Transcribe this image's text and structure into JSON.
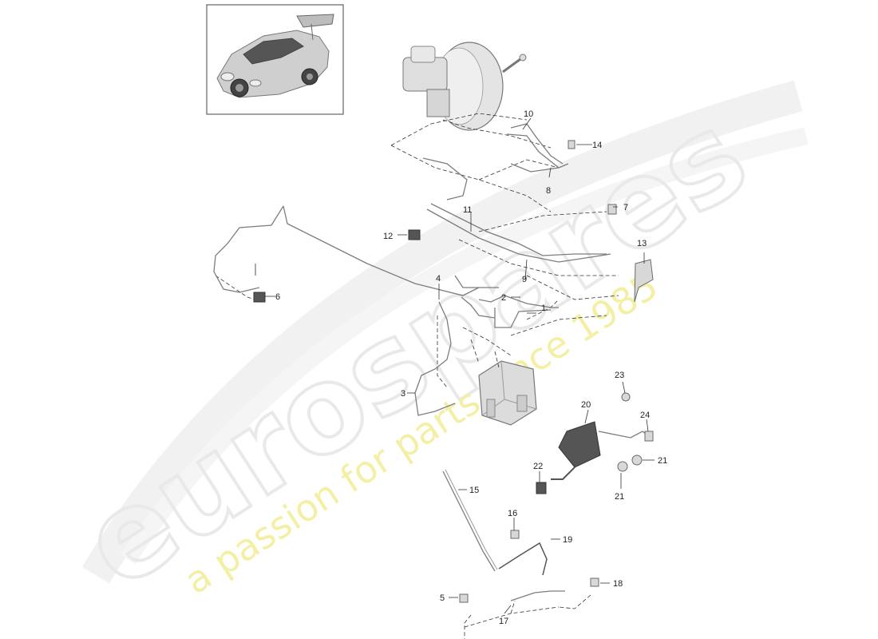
{
  "diagram": {
    "watermark": {
      "brand": "eurospares",
      "tagline": "a passion for parts since 1985"
    },
    "callouts": [
      {
        "id": "1",
        "text": "1"
      },
      {
        "id": "2",
        "text": "2"
      },
      {
        "id": "3",
        "text": "3"
      },
      {
        "id": "4",
        "text": "4"
      },
      {
        "id": "5",
        "text": "5"
      },
      {
        "id": "6",
        "text": "6"
      },
      {
        "id": "7",
        "text": "7"
      },
      {
        "id": "8",
        "text": "8"
      },
      {
        "id": "9",
        "text": "9"
      },
      {
        "id": "10",
        "text": "10"
      },
      {
        "id": "11",
        "text": "11"
      },
      {
        "id": "12",
        "text": "12"
      },
      {
        "id": "13",
        "text": "13"
      },
      {
        "id": "14",
        "text": "14"
      },
      {
        "id": "15",
        "text": "15"
      },
      {
        "id": "16",
        "text": "16"
      },
      {
        "id": "17",
        "text": "17"
      },
      {
        "id": "18",
        "text": "18"
      },
      {
        "id": "19",
        "text": "19"
      },
      {
        "id": "20",
        "text": "20"
      },
      {
        "id": "21a",
        "text": "21"
      },
      {
        "id": "21b",
        "text": "21"
      },
      {
        "id": "22",
        "text": "22"
      },
      {
        "id": "23",
        "text": "23"
      },
      {
        "id": "24",
        "text": "24"
      }
    ],
    "colors": {
      "watermark_outline": "#e9e9e9",
      "watermark_tagline": "#f3f0a6",
      "linework": "#7d7d7d",
      "text": "#222222"
    }
  }
}
